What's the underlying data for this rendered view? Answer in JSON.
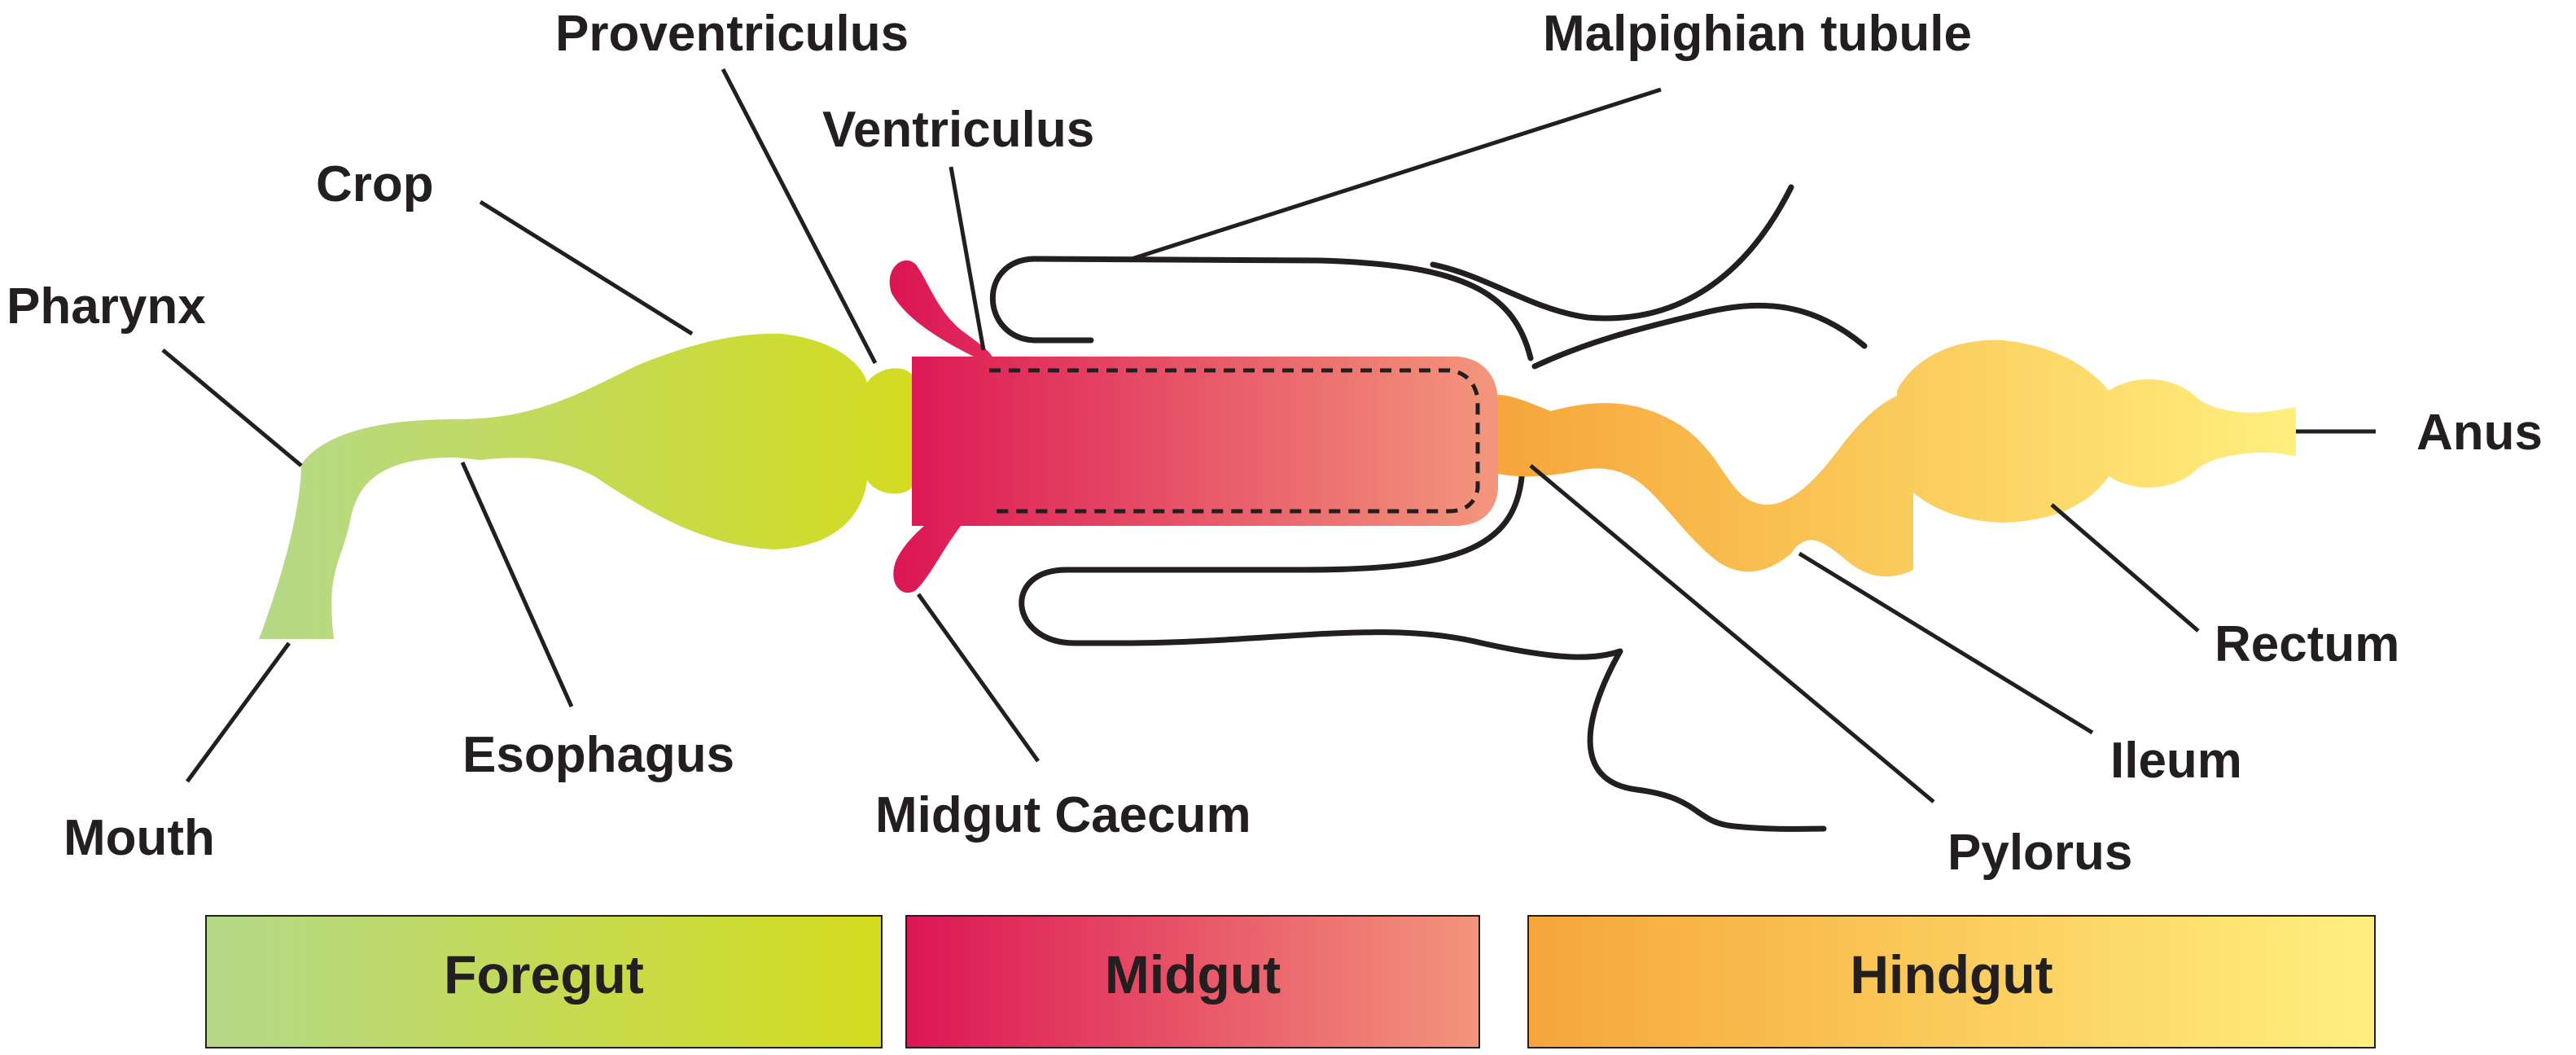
{
  "labels": {
    "proventriculus": "Proventriculus",
    "malpighian_tubule": "Malpighian tubule",
    "ventriculus": "Ventriculus",
    "crop": "Crop",
    "pharynx": "Pharynx",
    "anus": "Anus",
    "rectum": "Rectum",
    "ileum": "Ileum",
    "pylorus": "Pylorus",
    "midgut_caecum": "Midgut Caecum",
    "esophagus": "Esophagus",
    "mouth": "Mouth"
  },
  "regions": {
    "foregut": "Foregut",
    "midgut": "Midgut",
    "hindgut": "Hindgut"
  },
  "colors": {
    "foregut_start": "#b5d98a",
    "foregut_end": "#d4dc1e",
    "midgut_start": "#dc1654",
    "midgut_end": "#f3957c",
    "hindgut_start": "#f6a63a",
    "hindgut_end": "#fff07e",
    "outline": "#231f20"
  }
}
